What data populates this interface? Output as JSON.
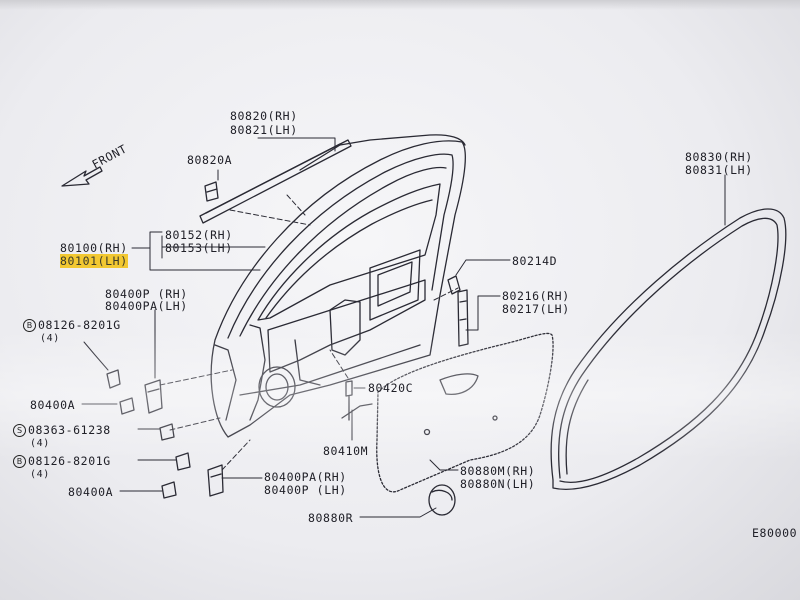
{
  "labels": {
    "front": "FRONT",
    "p80820_rh": "80820(RH)",
    "p80821_lh": "80821(LH)",
    "p80820a": "80820A",
    "p80100_rh": "80100(RH)",
    "p80101_lh": "80101(LH)",
    "p80152_rh": "80152(RH)",
    "p80153_lh": "80153(LH)",
    "p80214d": "80214D",
    "p80216_rh": "80216(RH)",
    "p80217_lh": "80217(LH)",
    "p80400p_rh": "80400P (RH)",
    "p80400pa_lh": "80400PA(LH)",
    "bolt1_num": "08126-8201G",
    "bolt1_qty": "(4)",
    "p80400a_1": "80400A",
    "bolt2_num": "08363-61238",
    "bolt2_qty": "(4)",
    "bolt3_num": "08126-8201G",
    "bolt3_qty": "(4)",
    "p80400a_2": "80400A",
    "p80400pa_rh": "80400PA(RH)",
    "p80400p_lh": "80400P (LH)",
    "p80420c": "80420C",
    "p80410m": "80410M",
    "p80880m_rh": "80880M(RH)",
    "p80880n_lh": "80880N(LH)",
    "p80880r": "80880R",
    "p80830_rh": "80830(RH)",
    "p80831_lh": "80831(LH)",
    "drawing_code": "E80000"
  },
  "symbols": {
    "bolt_b": "B",
    "bolt_s": "S"
  },
  "colors": {
    "highlight": "#f2c832",
    "ink": "#202028",
    "background": "#ececf0"
  },
  "icons": {
    "front_arrow": "front-arrow-icon",
    "bolt_symbol": "circled-letter-icon"
  }
}
